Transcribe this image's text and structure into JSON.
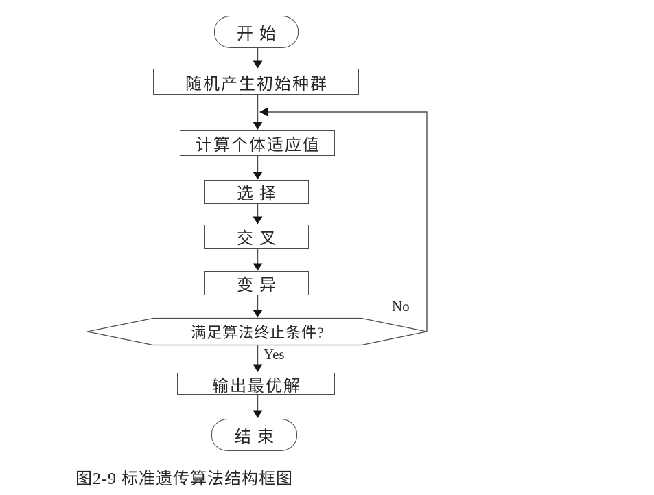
{
  "diagram": {
    "title": "标准遗传算法结构框图",
    "nodes": {
      "start": "开始",
      "init_population": "随机产生初始种群",
      "fitness": "计算个体适应值",
      "selection": "选择",
      "crossover": "交叉",
      "mutation": "变异",
      "decision": "满足算法终止条件?",
      "output": "输出最优解",
      "end": "结束"
    },
    "edge_labels": {
      "yes": "Yes",
      "no": "No"
    },
    "caption": "图2-9 标准遗传算法结构框图",
    "colors": {
      "line-color": "#4d4d4d",
      "arrow-color": "#141414",
      "text-color": "#262626",
      "bg-color": "#ffffff"
    }
  }
}
